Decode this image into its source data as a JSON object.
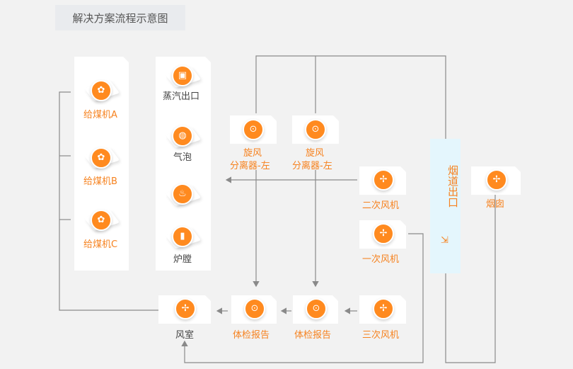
{
  "title": "解决方案流程示意图",
  "feeders": [
    "给煤机A",
    "给煤机B",
    "给煤机C"
  ],
  "boiler": {
    "steam_outlet": "蒸汽出口",
    "bubble": "气泡",
    "furnace": "炉膛"
  },
  "cyclones": {
    "left_line1": "旋风",
    "left_line2": "分离器-左",
    "right_line1": "旋风",
    "right_line2": "分离器-左"
  },
  "fans": {
    "secondary": "二次风机",
    "primary": "一次风机",
    "tertiary": "三次风机"
  },
  "flue_exit": "烟道出口",
  "chimney": "烟囱",
  "air_chamber": "风室",
  "reports": [
    "体检报告",
    "体检报告"
  ],
  "colors": {
    "accent": "#f6821f",
    "line": "#8a8a8a",
    "exit_bg": "#e4f6fd"
  }
}
